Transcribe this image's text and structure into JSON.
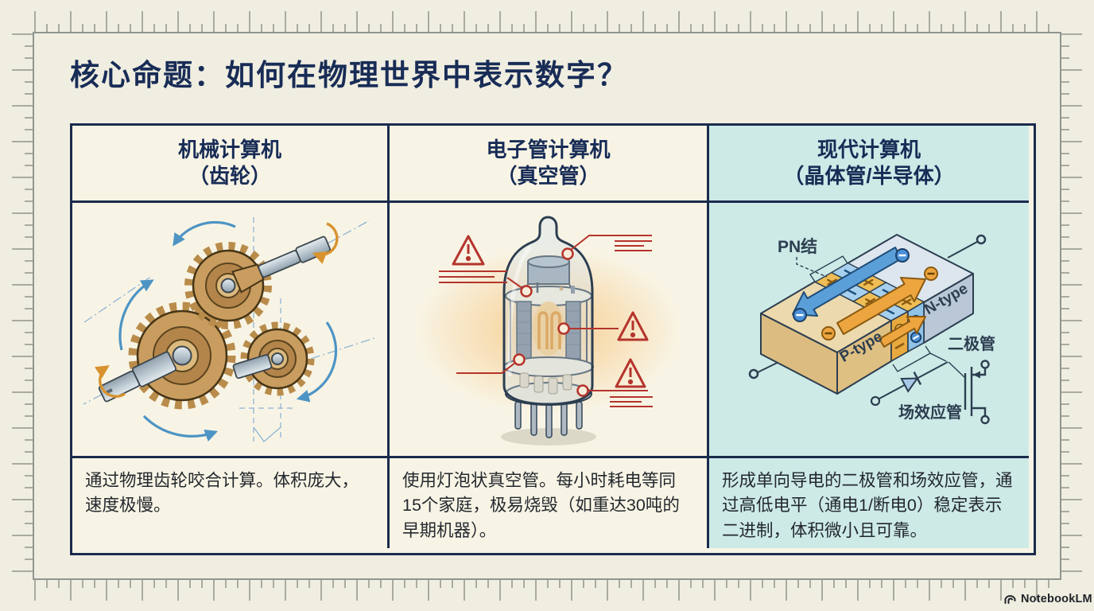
{
  "title": "核心命题：如何在物理世界中表示数字？",
  "columns": [
    {
      "id": "mechanical",
      "header_line1": "机械计算机",
      "header_line2": "（齿轮）",
      "description": "通过物理齿轮咬合计算。体积庞大，速度极慢。"
    },
    {
      "id": "vacuum-tube",
      "header_line1": "电子管计算机",
      "header_line2": "（真空管）",
      "description": "使用灯泡状真空管。每小时耗电等同15个家庭，极易烧毁（如重达30吨的早期机器）。"
    },
    {
      "id": "modern",
      "header_line1": "现代计算机",
      "header_line2": "（晶体管/半导体）",
      "description": "形成单向导电的二极管和场效应管，通过高低电平（通电1/断电0）稳定表示二进制，体积微小且可靠。"
    }
  ],
  "semiconductor_labels": {
    "pn_junction": "PN结",
    "p_type": "P-type",
    "n_type": "N-type",
    "diode": "二极管",
    "fet": "场效应管"
  },
  "brand": {
    "name": "NotebookLM"
  },
  "colors": {
    "background": "#f0eee1",
    "cell_cream": "#f8f4e5",
    "highlight_cyan": "#cdeae7",
    "table_border_navy": "#1b2b4d",
    "title_navy": "#182c56",
    "warning_red": "#b5342c",
    "brass": "#c99d5f",
    "glow_orange": "#f6a93c",
    "electron_blue": "#4a90d9",
    "hole_orange": "#eda53f"
  }
}
